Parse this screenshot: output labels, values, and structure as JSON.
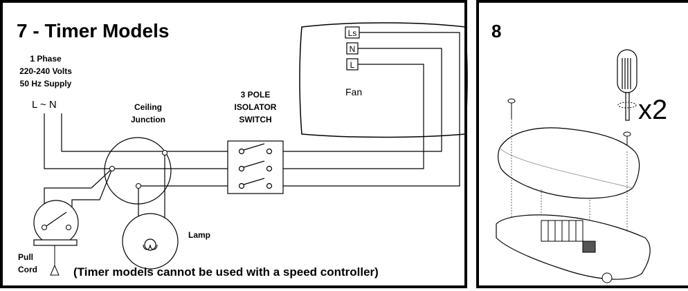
{
  "panel7": {
    "title": "7 - Timer Models",
    "supply": [
      "1 Phase",
      "220-240 Volts",
      "50 Hz Supply"
    ],
    "supply_terminals": "L ~ N",
    "ceiling_junction": [
      "Ceiling",
      "Junction"
    ],
    "isolator": [
      "3 POLE",
      "ISOLATOR",
      "SWITCH"
    ],
    "fan": "Fan",
    "fan_terminals": [
      "Ls",
      "N",
      "L"
    ],
    "lamp": "Lamp",
    "pull_cord": [
      "Pull",
      "Cord"
    ],
    "note": "(Timer models cannot be used with a speed controller)"
  },
  "panel8": {
    "step": "8",
    "multiplier": "x2"
  }
}
